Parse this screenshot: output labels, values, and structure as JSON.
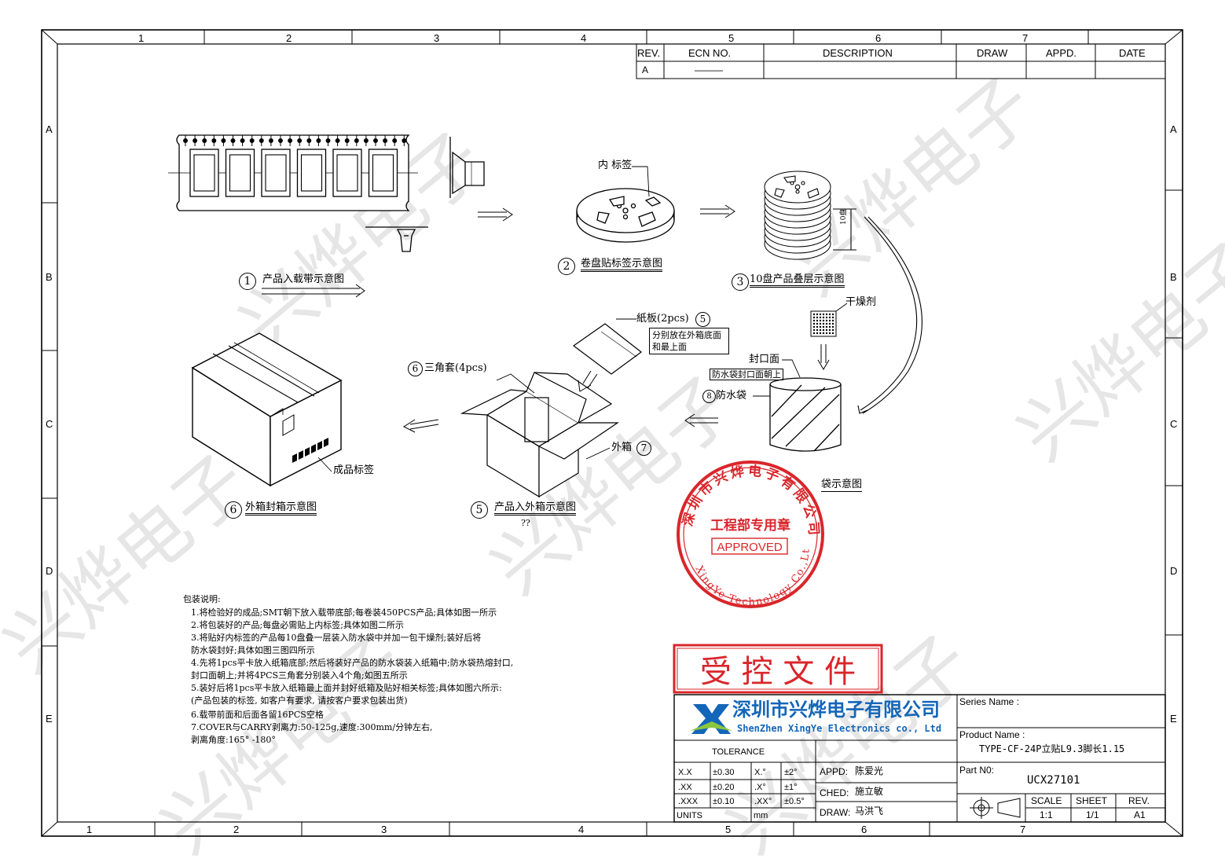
{
  "frame": {
    "top_columns": [
      "1",
      "2",
      "3",
      "4",
      "5",
      "6",
      "7"
    ],
    "bottom_columns": [
      "1",
      "2",
      "3",
      "4",
      "5",
      "6",
      "7"
    ],
    "rows": [
      "A",
      "B",
      "C",
      "D",
      "E"
    ]
  },
  "revision_block": {
    "headers": {
      "rev": "REV.",
      "ecn": "ECN NO.",
      "description": "DESCRIPTION",
      "draw": "DRAW",
      "appd": "APPD.",
      "date": "DATE"
    },
    "row": {
      "rev": "A",
      "ecn": "———",
      "description": "",
      "draw": "",
      "appd": "",
      "date": ""
    }
  },
  "figures": {
    "f1": {
      "num": "1",
      "caption": "产品入载带示意图"
    },
    "f2": {
      "num": "2",
      "caption": "卷盘贴标签示意图",
      "label": "内 标签"
    },
    "f3": {
      "num": "3",
      "caption": "10盘产品叠层示意图",
      "dim": "10盘",
      "desiccant": "干燥剂"
    },
    "f5": {
      "num": "5",
      "caption": "产品入外箱示意图",
      "sub": "??"
    },
    "f6": {
      "num": "6",
      "caption": "外箱封箱示意图",
      "label": "成品标签"
    },
    "board": {
      "label": "紙板(2pcs)",
      "num": "5",
      "note1": "分别放在外箱底面",
      "note2": "和最上面"
    },
    "corner": {
      "num": "6",
      "label": "三角套(4pcs)"
    },
    "carton": {
      "label": "外箱",
      "num": "7"
    },
    "seal": {
      "label": "封口面",
      "note": "防水袋封口面朝上"
    },
    "bag": {
      "num": "8",
      "label": "防水袋",
      "caption": "袋示意图"
    }
  },
  "notes": {
    "title": "包装说明:",
    "lines": [
      "1.将检验好的成品;SMT朝下放入载带底部;每卷装450PCS产品;具体如图一所示",
      "2.将包装好的产品;每盘必需贴上内标签;具体如图二所示",
      "3.将贴好内标签的产品每10盘叠一层装入防水袋中并加一包干燥剂;装好后将",
      "  防水袋封好;具体如图三图四所示",
      "4.先将1pcs平卡放入纸箱底部;然后将装好产品的防水袋装入纸箱中;防水袋热熔封口,",
      "  封口面朝上;并将4PCS三角套分别装入4个角;如图五所示",
      "5.装好后将1pcs平卡放入纸箱最上面并封好纸箱及贴好相关标签;具体如图六所示:",
      "  (产品包装的标签, 如客户有要求, 请按客户要求包装出货)",
      "6.载带前面和后面各留16PCS空格",
      "7.COVER与CARRY剥离力:50-125g,速度:300mm/分钟左右,",
      " 剥离角度:165° -180°"
    ]
  },
  "stamp": {
    "ring_text": "深圳市兴烨电子有限公司",
    "dept": "工程部专用章",
    "approved": "APPROVED",
    "english": "XingYe Technology Co.,Ltd"
  },
  "controlled": {
    "text": "受 控 文 件"
  },
  "watermark": {
    "text": "兴烨电子"
  },
  "title_block": {
    "company_cn": "深圳市兴烨电子有限公司",
    "company_en": "ShenZhen XingYe Electronics co., Ltd",
    "tolerance_label": "TOLERANCE",
    "tol_rows": [
      {
        "a": "X.X",
        "b": "±0.30",
        "c": "X.°",
        "d": "±2°"
      },
      {
        "a": ".XX",
        "b": "±0.20",
        "c": ".X°",
        "d": "±1°"
      },
      {
        "a": ".XXX",
        "b": "±0.10",
        "c": ".XX°",
        "d": "±0.5°"
      }
    ],
    "units_label": "UNITS",
    "units_value": "mm",
    "appd_label": "APPD:",
    "appd_value": "陈爱光",
    "ched_label": "CHED:",
    "ched_value": "施立敏",
    "draw_label": "DRAW:",
    "draw_value": "马洪飞",
    "series_label": "Series Name :",
    "series_value": "",
    "product_label": "Product Name :",
    "product_value": "TYPE-CF-24P立贴L9.3脚长1.15",
    "part_label": "Part N0:",
    "part_value": "UCX27101",
    "scale_label": "SCALE",
    "scale_value": "1:1",
    "sheet_label": "SHEET",
    "sheet_value": "1/1",
    "rev_label": "REV.",
    "rev_value": "A1"
  },
  "colors": {
    "stamp_red": "#d9262b",
    "logo_blue": "#1466b8",
    "logo_green": "#8cc63f",
    "ink": "#000000",
    "watermark": "#e4e4e4"
  }
}
